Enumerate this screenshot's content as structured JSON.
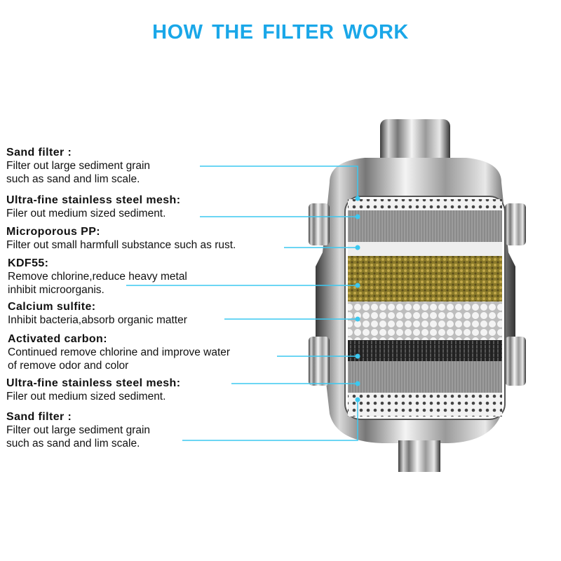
{
  "title": "HOW  THE FILTER WORK",
  "layers": [
    {
      "name": "Sand filter  :",
      "desc": [
        "Filter out large sediment grain",
        "such as sand and lim scale."
      ]
    },
    {
      "name": "Ultra-fine stainless steel mesh:",
      "desc": [
        "Filer out medium sized sediment."
      ]
    },
    {
      "name": "Microporous PP:",
      "desc": [
        "Filter out small harmfull substance such as rust."
      ]
    },
    {
      "name": "KDF55:",
      "desc": [
        "Remove chlorine,reduce heavy metal",
        "inhibit microorganis."
      ]
    },
    {
      "name": "Calcium sulfite:",
      "desc": [
        "Inhibit bacteria,absorb organic matter"
      ]
    },
    {
      "name": "Activated carbon:",
      "desc": [
        "Continued remove chlorine and improve water",
        "of remove odor and color"
      ]
    },
    {
      "name": "Ultra-fine stainless steel mesh:",
      "desc": [
        "Filer out medium sized sediment."
      ]
    },
    {
      "name": "Sand filter  :",
      "desc": [
        "Filter out large sediment grain",
        "such as sand and lim scale."
      ]
    }
  ],
  "colors": {
    "accent": "#1aa7e8",
    "leader": "#3cc8f0"
  }
}
